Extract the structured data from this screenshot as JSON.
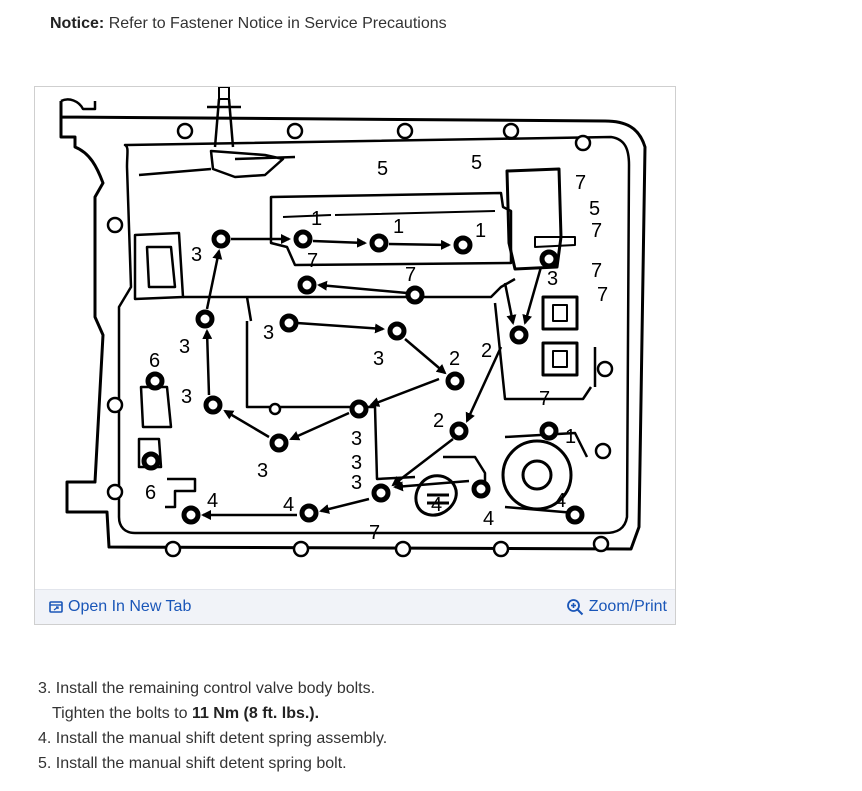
{
  "notice": {
    "label": "Notice:",
    "text": "Refer to Fastener Notice in Service Precautions"
  },
  "figure": {
    "open_link": "Open In New Tab",
    "open_icon": "open-in-new-tab-icon",
    "zoom_link": "Zoom/Print",
    "zoom_icon": "zoom-in-icon",
    "accent_color": "#1a56b8",
    "diagram_labels": {
      "l1": "1",
      "l2": "1",
      "l3": "1",
      "l4": "1",
      "l5": "2",
      "l6": "2",
      "l7": "2",
      "l8": "3",
      "l9": "3",
      "l10": "3",
      "l11": "3",
      "l12": "3",
      "l13": "3",
      "l14": "3",
      "l15": "3",
      "l16": "3",
      "l17": "3",
      "l18": "4",
      "l19": "4",
      "l20": "4",
      "l21": "4",
      "l22": "4",
      "l23": "5",
      "l24": "5",
      "l25": "5",
      "l26": "6",
      "l27": "6",
      "l28": "7",
      "l29": "7",
      "l30": "7",
      "l31": "7",
      "l32": "7",
      "l33": "7",
      "l34": "7",
      "l35": "7"
    }
  },
  "steps": {
    "s3": "3. Install the remaining control valve body bolts.",
    "s3_sub_prefix": "Tighten the bolts to ",
    "s3_sub_bold": "11 Nm (8 ft. lbs.).",
    "s4": "4. Install the manual shift detent spring assembly.",
    "s5": "5. Install the manual shift detent spring bolt."
  }
}
